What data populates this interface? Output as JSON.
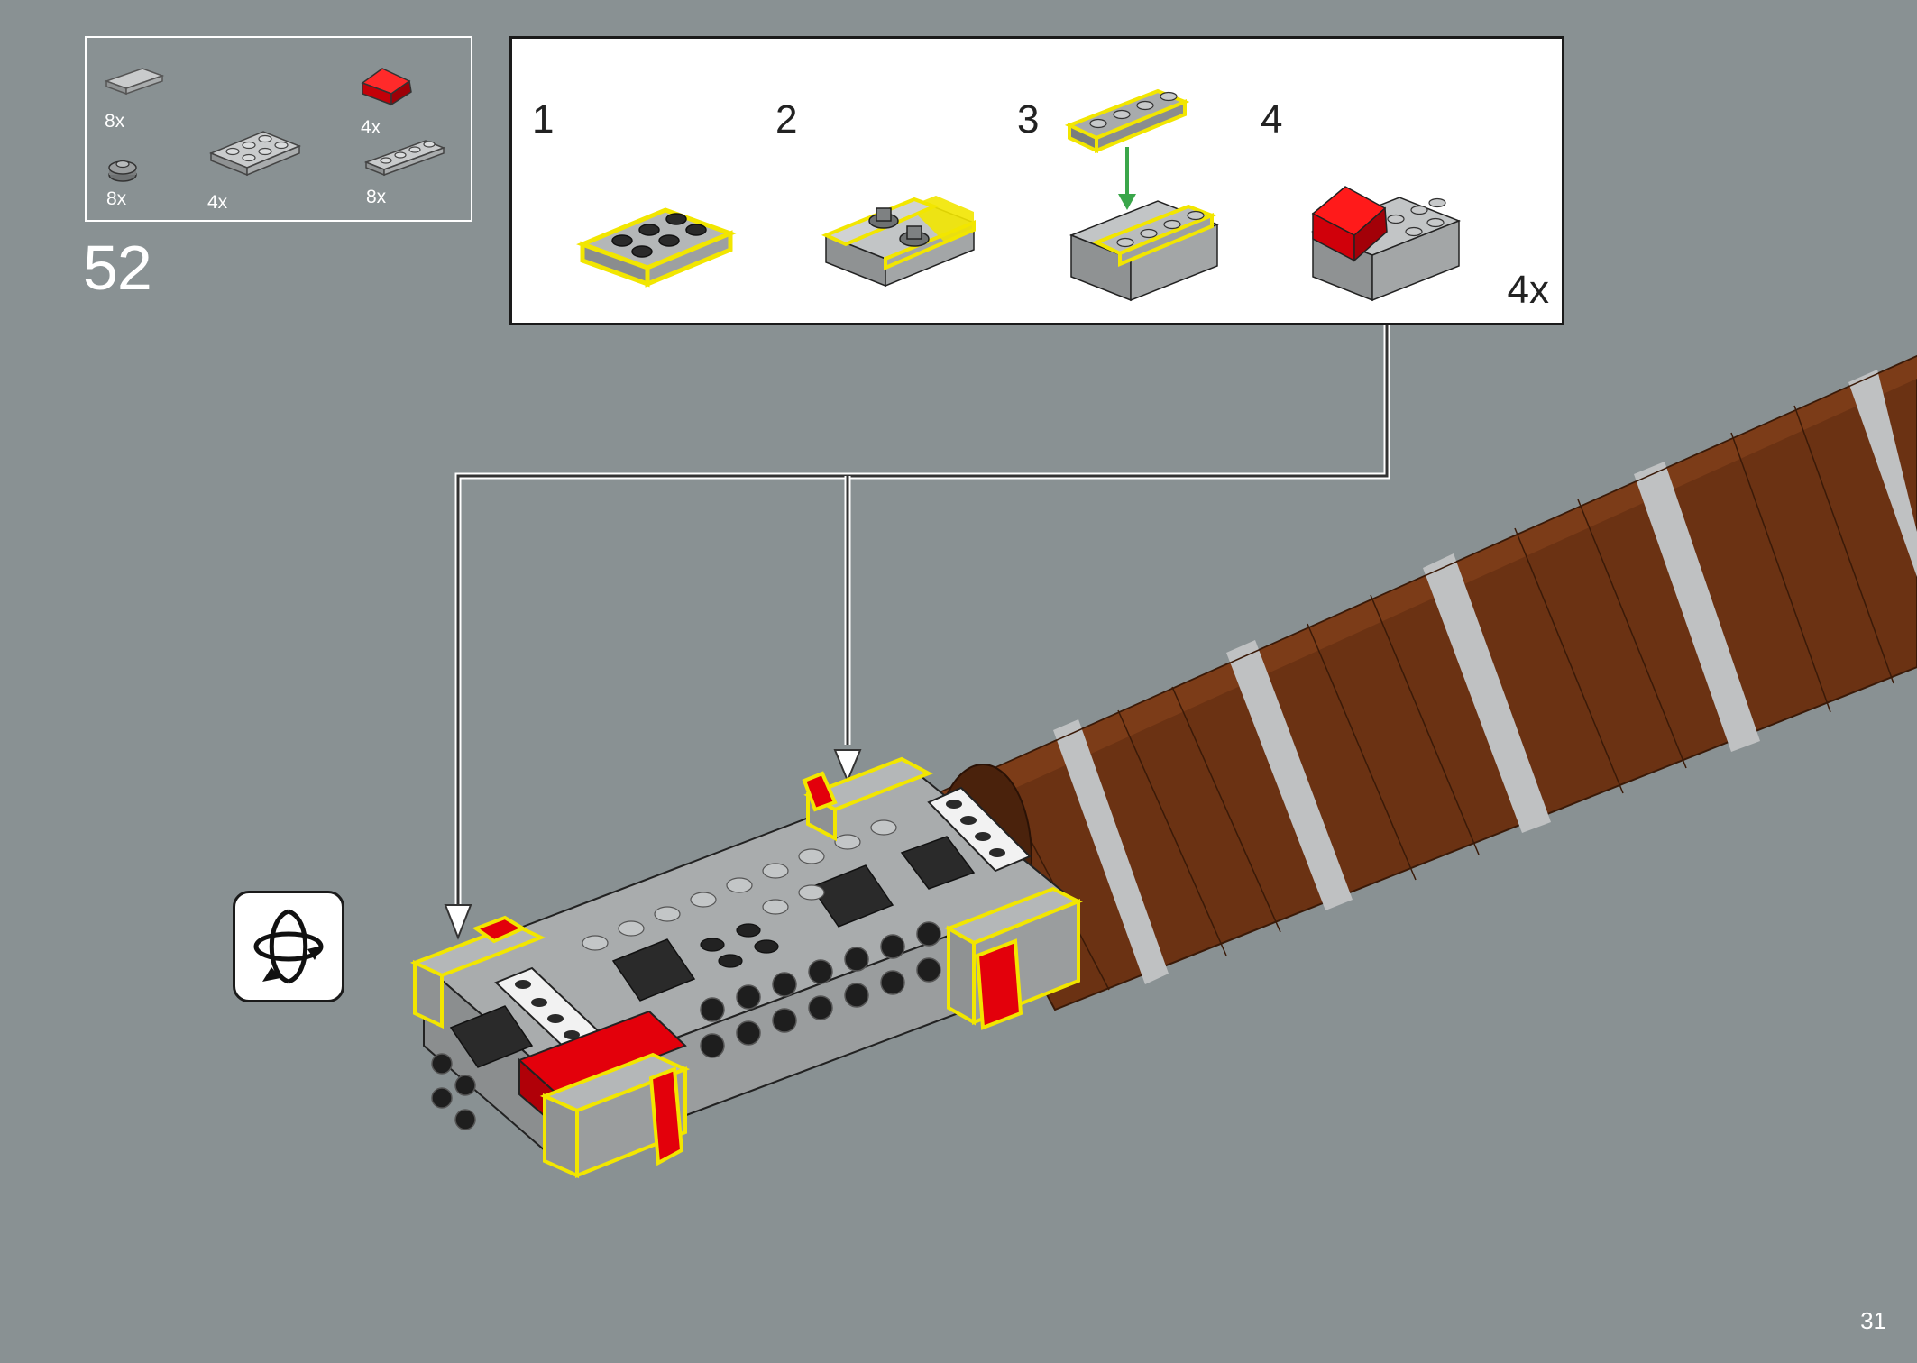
{
  "step": {
    "number": "52"
  },
  "parts_list": {
    "items": [
      {
        "name": "tile-1x2-light-grey-icon",
        "quantity": "8x"
      },
      {
        "name": "slope-red-icon",
        "quantity": "4x"
      },
      {
        "name": "round-plate-dark-grey-icon",
        "quantity": "8x"
      },
      {
        "name": "plate-2x3-light-grey-icon",
        "quantity": "4x"
      },
      {
        "name": "plate-1x4-light-grey-icon",
        "quantity": "8x"
      }
    ]
  },
  "subassembly": {
    "substeps": [
      {
        "number": "1"
      },
      {
        "number": "2"
      },
      {
        "number": "3"
      },
      {
        "number": "4"
      }
    ],
    "multiplier": "4x"
  },
  "rotate_icon": "rotate-model-icon",
  "page": {
    "number": "31"
  },
  "colors": {
    "background": "#899193",
    "highlight": "#f2e600",
    "brick_light_grey": "#a6a9aa",
    "brick_red": "#e3000b",
    "brick_brown": "#6b3213",
    "arrow_green": "#3aa64a"
  }
}
